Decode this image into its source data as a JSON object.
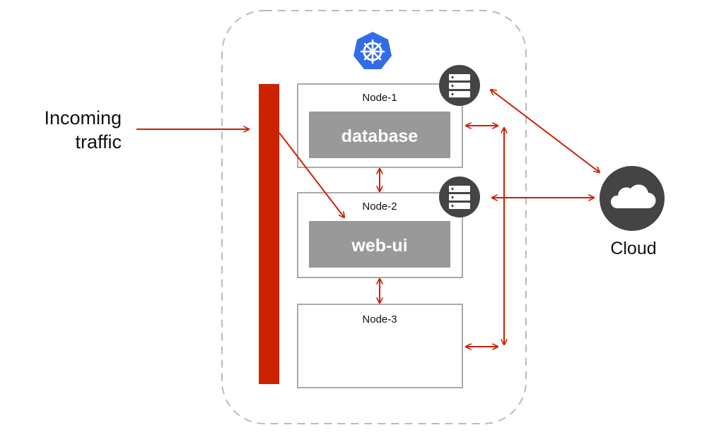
{
  "incoming": {
    "line1": "Incoming",
    "line2": "traffic"
  },
  "nodes": [
    {
      "name": "Node-1",
      "pod": "database"
    },
    {
      "name": "Node-2",
      "pod": "web-ui"
    },
    {
      "name": "Node-3",
      "pod": ""
    }
  ],
  "cloud": {
    "label": "Cloud"
  },
  "icons": {
    "orchestrator": "kubernetes-icon",
    "storage": "server-stack-icon",
    "cloud": "cloud-icon"
  },
  "colors": {
    "accent": "#cc2200",
    "pod_fill": "#999999",
    "node_border": "#aaaaaa",
    "cluster_border": "#bbbbbb",
    "dark_icon": "#444444",
    "kube_blue": "#326de6"
  }
}
